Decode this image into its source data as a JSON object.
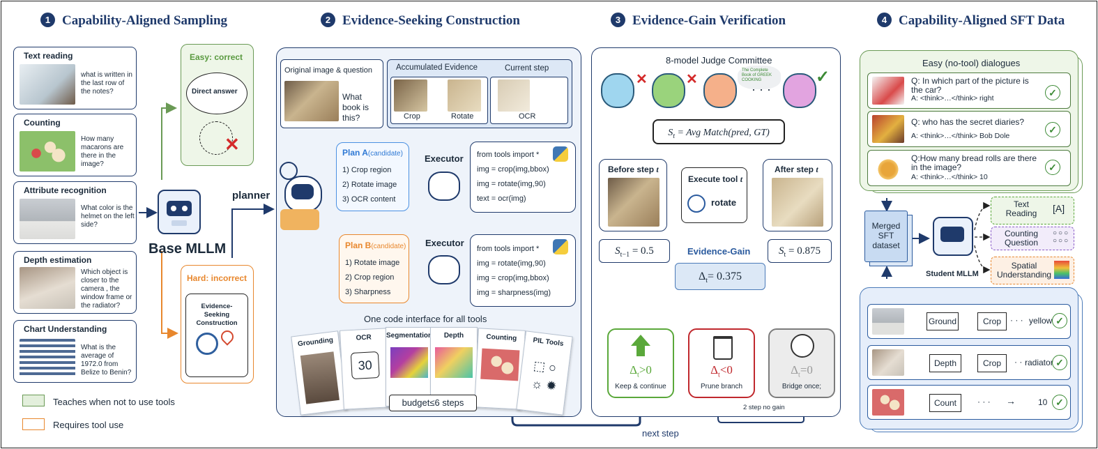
{
  "sections": [
    {
      "num": "1",
      "title": "Capability-Aligned Sampling"
    },
    {
      "num": "2",
      "title": "Evidence-Seeking Construction"
    },
    {
      "num": "3",
      "title": "Evidence-Gain Verification"
    },
    {
      "num": "4",
      "title": "Capability-Aligned SFT Data"
    }
  ],
  "sampling": {
    "tasks": [
      {
        "title": "Text reading",
        "question": "what is written in the last row of the notes?"
      },
      {
        "title": "Counting",
        "question": "How many macarons are there in the image?"
      },
      {
        "title": "Attribute recognition",
        "question": "What color is the helmet on the left side?"
      },
      {
        "title": "Depth estimation",
        "question": "Which object is closer to the camera , the window frame or the radiator?"
      },
      {
        "title": "Chart Understanding",
        "question": "What is the average of 1972.0 from Belize to Benin?"
      }
    ],
    "base_model": "Base MLLM",
    "planner": "planner",
    "easy_title": "Easy: correct",
    "easy_bubble": "Direct answer",
    "hard_title": "Hard: incorrect",
    "hard_box": "Evidence-Seeking Construction",
    "legend": [
      {
        "label": "Teaches when not to use tools",
        "color": "#e3efdc",
        "border": "#6a9a55"
      },
      {
        "label": "Requires tool use",
        "color": "#ffffff",
        "border": "#e8872d"
      }
    ]
  },
  "construction": {
    "orig_title": "Original image & question",
    "orig_question": "What book is this?",
    "acc_title": "Accumulated Evidence",
    "acc_steps": [
      "Crop",
      "Rotate"
    ],
    "cur_title": "Current step",
    "cur_step": "OCR",
    "plan_a": {
      "title": "Plan A",
      "tag": "(candidate)",
      "steps": [
        "1) Crop region",
        "2) Rotate image",
        "3) OCR content"
      ],
      "code": [
        "from tools import *",
        "img = crop(img,bbox)",
        "img = rotate(img,90)",
        "text = ocr(img)"
      ]
    },
    "plan_b": {
      "title": "Plan B",
      "tag": "(candidate)",
      "steps": [
        "1) Rotate image",
        "2) Crop region",
        "3) Sharpness"
      ],
      "code": [
        "from tools import *",
        "img = rotate(img,90)",
        "img = crop(img,bbox)",
        "img = sharpness(img)"
      ]
    },
    "executor": "Executor",
    "tools_title": "One code interface for all tools",
    "tools": [
      "Grounding",
      "OCR",
      "Segmentation",
      "Depth",
      "Counting",
      "PIL Tools"
    ],
    "ocr_number": "30",
    "budget": "budget≤6 steps"
  },
  "verification": {
    "committee": "8-model Judge Committee",
    "book_text": "The Complete Book of GREEK COOKING",
    "formula": {
      "lhs": "S",
      "sub": "t",
      "rhs": " = Avg Match(pred, GT)"
    },
    "before_title": "Before step",
    "exec_title": "Execute tool",
    "exec_tool": "rotate",
    "after_title": "After step",
    "t_var": "t",
    "s_prev": {
      "sub": "t−1",
      "val": " = 0.5"
    },
    "s_cur": {
      "sub": "t",
      "val": " = 0.875"
    },
    "gain_title": "Evidence-Gain",
    "delta": {
      "sub": "t",
      "val": "= 0.375"
    },
    "gates": [
      {
        "sym": "Δ",
        "sub": "t",
        "op": ">0",
        "caption": "Keep & continue",
        "color": "#5aa83a"
      },
      {
        "sym": "Δ",
        "sub": "t",
        "op": "<0",
        "caption": "Prune branch",
        "color": "#c0282d"
      },
      {
        "sym": "Δ",
        "sub": "t",
        "op": "=0",
        "caption": "Bridge once;",
        "color": "#7c7c7c"
      }
    ],
    "no_gain": "2 step no gain",
    "next_step": "next step"
  },
  "sft": {
    "easy_title": "Easy (no-tool) dialogues",
    "dialogues": [
      {
        "q": "Q: In which part of the picture is the car?",
        "a": "A: <think>…</think> right"
      },
      {
        "q": "Q: who has the secret diaries?",
        "a": "A: <think>…</think> Bob Dole"
      },
      {
        "q": "Q:How many bread rolls are there in the image?",
        "a": "A: <think>…</think> 10"
      }
    ],
    "merged": "Merged SFT dataset",
    "student": "Student MLLM",
    "skills": [
      {
        "label": "Text Reading",
        "color": "#5aa83a"
      },
      {
        "label": "Counting Question",
        "color": "#8a5cc8"
      },
      {
        "label": "Spatial Understanding",
        "color": "#e8872d"
      }
    ],
    "trajectories": [
      {
        "steps": [
          "Ground",
          "Crop"
        ],
        "answer": "yellow"
      },
      {
        "steps": [
          "Depth",
          "Crop"
        ],
        "answer": "radiator"
      },
      {
        "steps": [
          "Count"
        ],
        "answer": "10"
      }
    ],
    "dots": "· · ·"
  }
}
